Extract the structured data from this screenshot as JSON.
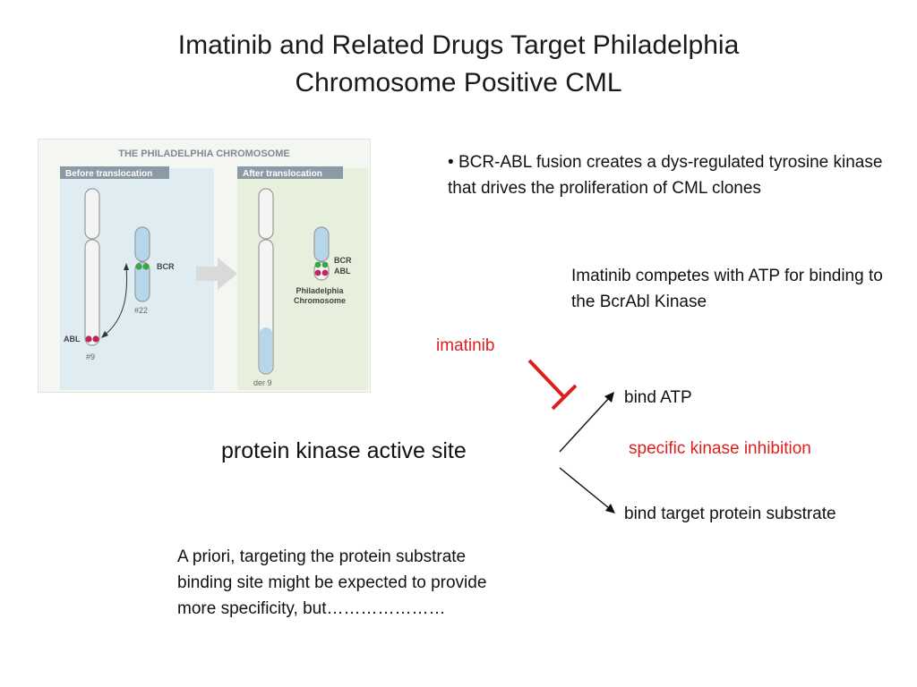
{
  "slide": {
    "title_line1": "Imatinib and Related Drugs Target Philadelphia",
    "title_line2": "Chromosome Positive CML"
  },
  "figure": {
    "heading": "THE PHILADELPHIA CHROMOSOME",
    "before_label": "Before translocation",
    "after_label": "After translocation",
    "bcr_label": "BCR",
    "abl_label": "ABL",
    "chr22_label": "#22",
    "chr9_label": "#9",
    "bcr_label_after": "BCR",
    "abl_label_after": "ABL",
    "philadelphia_line1": "Philadelphia",
    "philadelphia_line2": "Chromosome",
    "der9_label": "der 9",
    "colors": {
      "chromosome_fill": "#f4f4f4",
      "chromosome_stroke": "#9a9a9a",
      "blue_fill": "#b6d6ea",
      "green_band": "#3aa64a",
      "magenta_band": "#c0245c",
      "label_tab": "#8c9aa6",
      "before_panel": "#dfecf2",
      "after_panel": "#e6f0dc"
    }
  },
  "text": {
    "bullet": "BCR-ABL fusion creates a dys-regulated tyrosine kinase that drives the proliferation of CML clones",
    "bullet_marker": "•",
    "competes": "Imatinib competes with ATP for binding to the BcrAbl Kinase",
    "imatinib": "imatinib",
    "bind_atp": "bind ATP",
    "active_site": "protein kinase active site",
    "specific": "specific kinase inhibition",
    "bind_target": "bind target protein substrate",
    "apriori": "A priori, targeting the protein substrate binding site might be expected to provide more specificity, but…………………"
  },
  "colors": {
    "inhibitor_red": "#dd1f1f",
    "text": "#111111"
  }
}
